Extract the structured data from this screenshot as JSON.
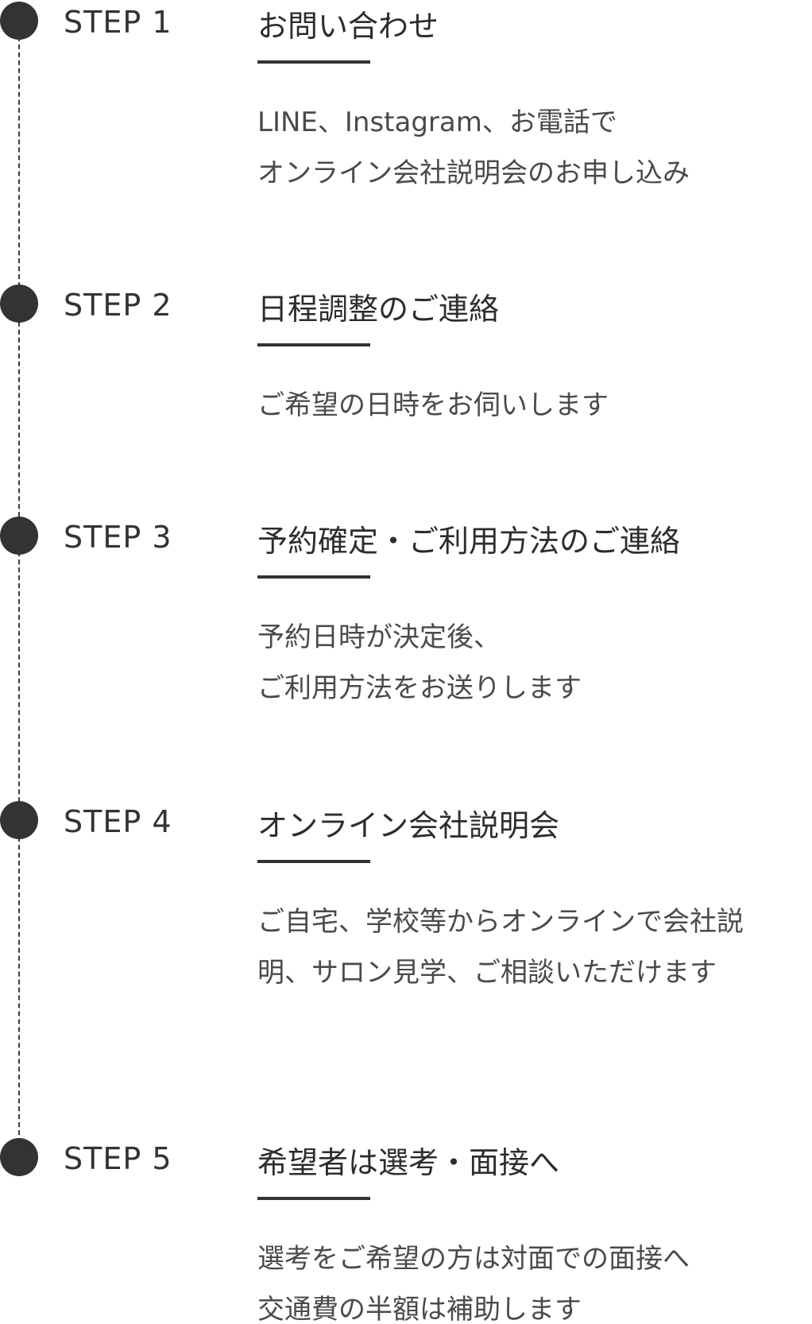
{
  "steps": [
    {
      "label": "STEP 1",
      "title": "お問い合わせ",
      "desc_lines": [
        "LINE、Instagram、お電話で",
        "オンライン会社説明会のお申し込み"
      ]
    },
    {
      "label": "STEP 2",
      "title": "日程調整のご連絡",
      "desc_lines": [
        "ご希望の日時をお伺いします",
        ""
      ]
    },
    {
      "label": "STEP 3",
      "title": "予約確定・ご利用方法のご連絡",
      "desc_lines": [
        "予約日時が決定後、",
        "ご利用方法をお送りします"
      ]
    },
    {
      "label": "STEP 4",
      "title": "オンライン会社説明会",
      "desc_lines": [
        "ご自宅、学校等からオンラインで会社説",
        "明、サロン見学、ご相談いただけます"
      ]
    },
    {
      "label": "STEP 5",
      "title": "希望者は選考・面接へ",
      "desc_lines": [
        "選考をご希望の方は対面での面接へ",
        "交通費の半額は補助します"
      ]
    }
  ]
}
